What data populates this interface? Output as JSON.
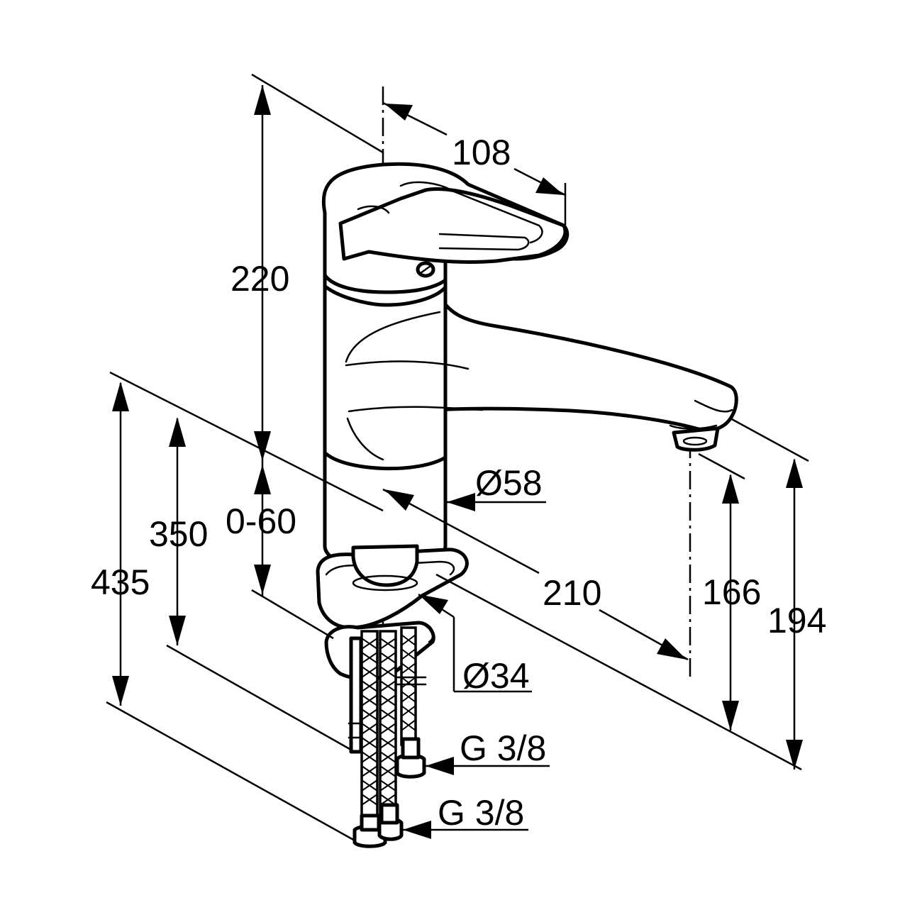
{
  "dimensions": {
    "spout_reach_handle": "108",
    "body_height": "220",
    "deck_thickness": "0-60",
    "hose_length_cold": "350",
    "hose_length_hot": "435",
    "body_diameter": "Ø58",
    "hole_diameter": "Ø34",
    "spout_reach": "210",
    "outlet_height": "166",
    "total_height": "194",
    "thread_upper": "G 3/8",
    "thread_lower": "G 3/8"
  }
}
